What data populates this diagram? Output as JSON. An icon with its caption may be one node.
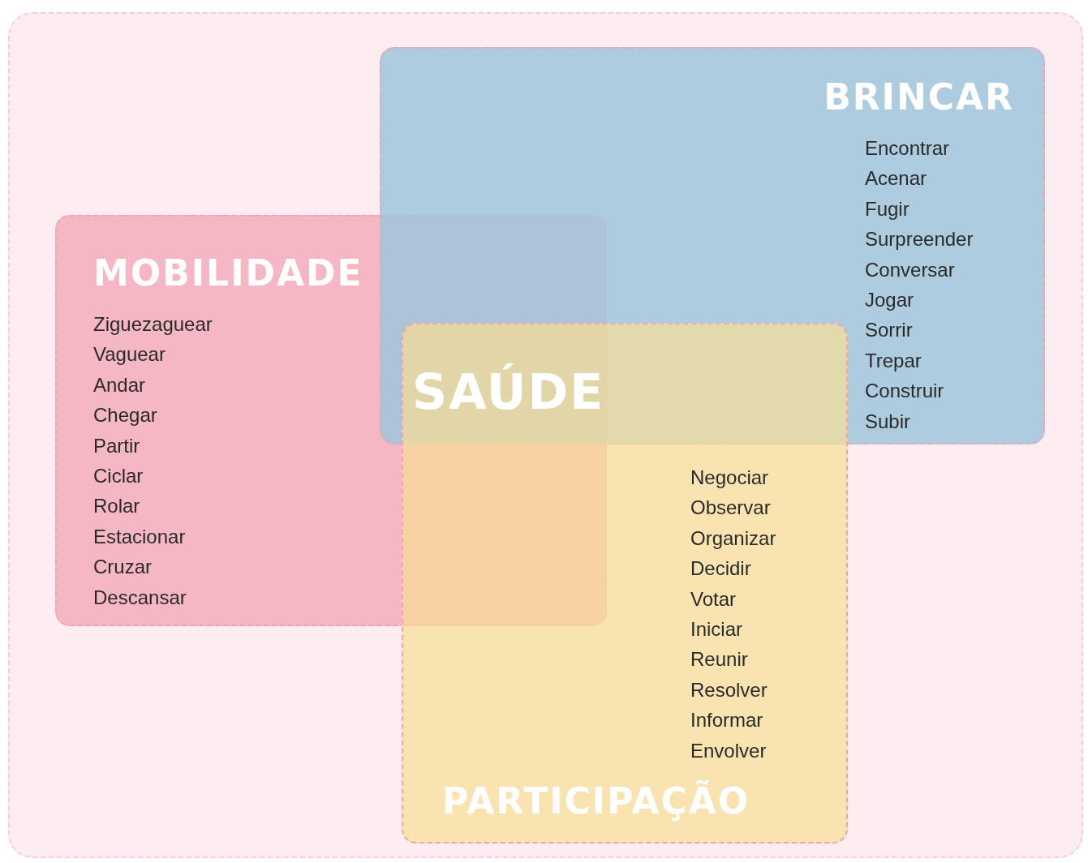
{
  "diagram": {
    "nodes": [
      {
        "text": [
          "BRINCAR",
          "Encontrar",
          "Acenar",
          "Fugir",
          "Surpreender",
          "Conversar",
          "Jogar",
          "Sorrir",
          "Trepar",
          "Construir",
          "Subir"
        ]
      },
      {
        "text": [
          "MOBILIDADE",
          "Ziguezaguear",
          "Vaguear",
          "Andar",
          "Chegar",
          "Partir",
          "Ciclar",
          "Rolar",
          "Estacionar",
          "Cruzar",
          "Descansar"
        ]
      },
      {
        "text": [
          "PARTICIPAÇÃO",
          "Negociar",
          "Observar",
          "Organizar",
          "Decidir",
          "Votar",
          "Iniciar",
          "Reunir",
          "Resolver",
          "Informar",
          "Envolver"
        ]
      }
    ],
    "labels": [
      "SAÚDE"
    ]
  }
}
